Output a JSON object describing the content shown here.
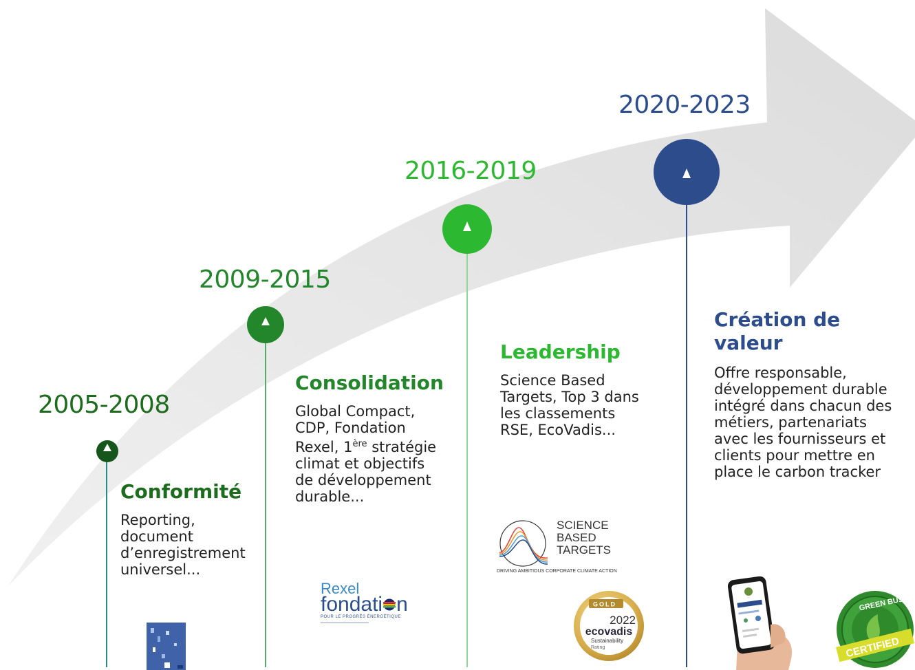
{
  "colors": {
    "dark_green": "#1d6b1d",
    "mid_green": "#23862a",
    "bright_green": "#2cb830",
    "navy": "#2d4c8c",
    "teal_line": "#2a8a86",
    "arrow_grey": "#e5e5e5"
  },
  "stages": [
    {
      "period": "2005-2008",
      "title": "Conformité",
      "description": "Reporting,\ndocument\nd’enregistrement\nuniversel..."
    },
    {
      "period": "2009-2015",
      "title": "Consolidation",
      "description_pre": "Global Compact,\nCDP, Fondation\nRexel, 1",
      "description_sup": "ère",
      "description_post": " stratégie\nclimat et objectifs\nde développement\ndurable..."
    },
    {
      "period": "2016-2019",
      "title": "Leadership",
      "description": "Science Based\nTargets, Top 3 dans\nles classements\nRSE, EcoVadis..."
    },
    {
      "period": "2020-2023",
      "title": "Création de\nvaleur",
      "description": "Offre responsable,\ndéveloppement durable\nintégré dans chacun des\nmétiers, partenariats\navec les fournisseurs et\nclients pour mettre en\nplace le carbon tracker"
    }
  ],
  "logos": {
    "rexel_top": "Rexel",
    "rexel_bottom": "fondati",
    "rexel_end": "n",
    "rexel_tagline": "POUR LE PROGRÈS ÉNERGÉTIQUE",
    "sbt_line1": "SCIENCE",
    "sbt_line2": "BASED",
    "sbt_line3": "TARGETS",
    "sbt_tagline": "DRIVING AMBITIOUS CORPORATE CLIMATE ACTION",
    "ecovadis_gold": "GOLD",
    "ecovadis_year": "2022",
    "ecovadis_name": "ecovadis",
    "ecovadis_sub1": "Sustainability",
    "ecovadis_sub2": "Rating",
    "green_business_top": "GREEN BUSINESS",
    "green_business_bottom": "CERTIFIED"
  }
}
